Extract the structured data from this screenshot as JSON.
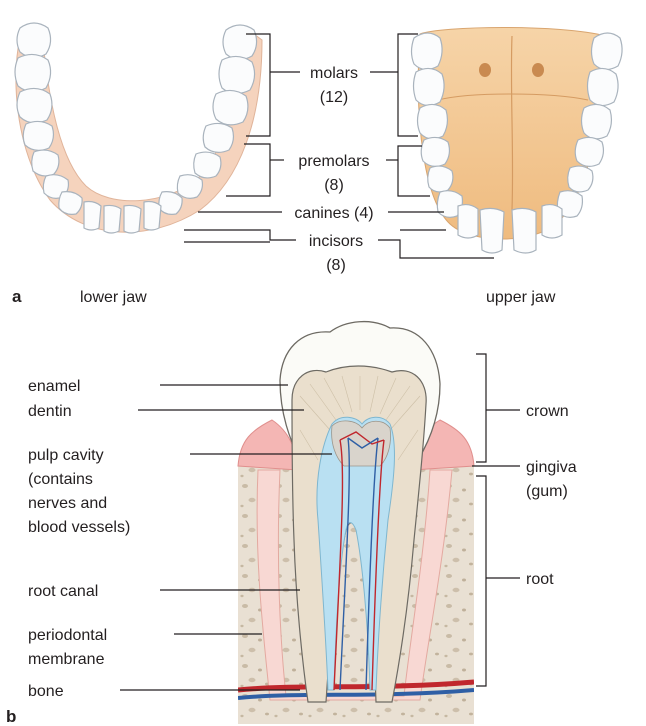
{
  "panel_a": {
    "letter": "a",
    "lower_jaw": "lower jaw",
    "upper_jaw": "upper jaw",
    "labels": {
      "molars": "molars",
      "molars_count": "(12)",
      "premolars": "premolars",
      "premolars_count": "(8)",
      "canines": "canines (4)",
      "incisors": "incisors",
      "incisors_count": "(8)"
    }
  },
  "panel_b": {
    "letter": "b",
    "left_labels": {
      "enamel": "enamel",
      "dentin": "dentin",
      "pulp_1": "pulp cavity",
      "pulp_2": "(contains",
      "pulp_3": "nerves and",
      "pulp_4": "blood vessels)",
      "root_canal": "root canal",
      "perio_1": "periodontal",
      "perio_2": "membrane",
      "bone": "bone"
    },
    "right_labels": {
      "crown": "crown",
      "gingiva": "gingiva",
      "gum": "(gum)",
      "root": "root"
    }
  },
  "colors": {
    "gum_tissue": "#f5d3bd",
    "palate": "#f2c28c",
    "tooth": "#fbfcfd",
    "dentin": "#eadfcd",
    "pulp": "#d9d4cc",
    "gingiva": "#f4b6b4",
    "bone": "#e8dfd2",
    "membrane": "#f8d8d3",
    "root_canal": "#b9e0f2",
    "artery": "#c0272d",
    "vein": "#2f5fa5"
  }
}
